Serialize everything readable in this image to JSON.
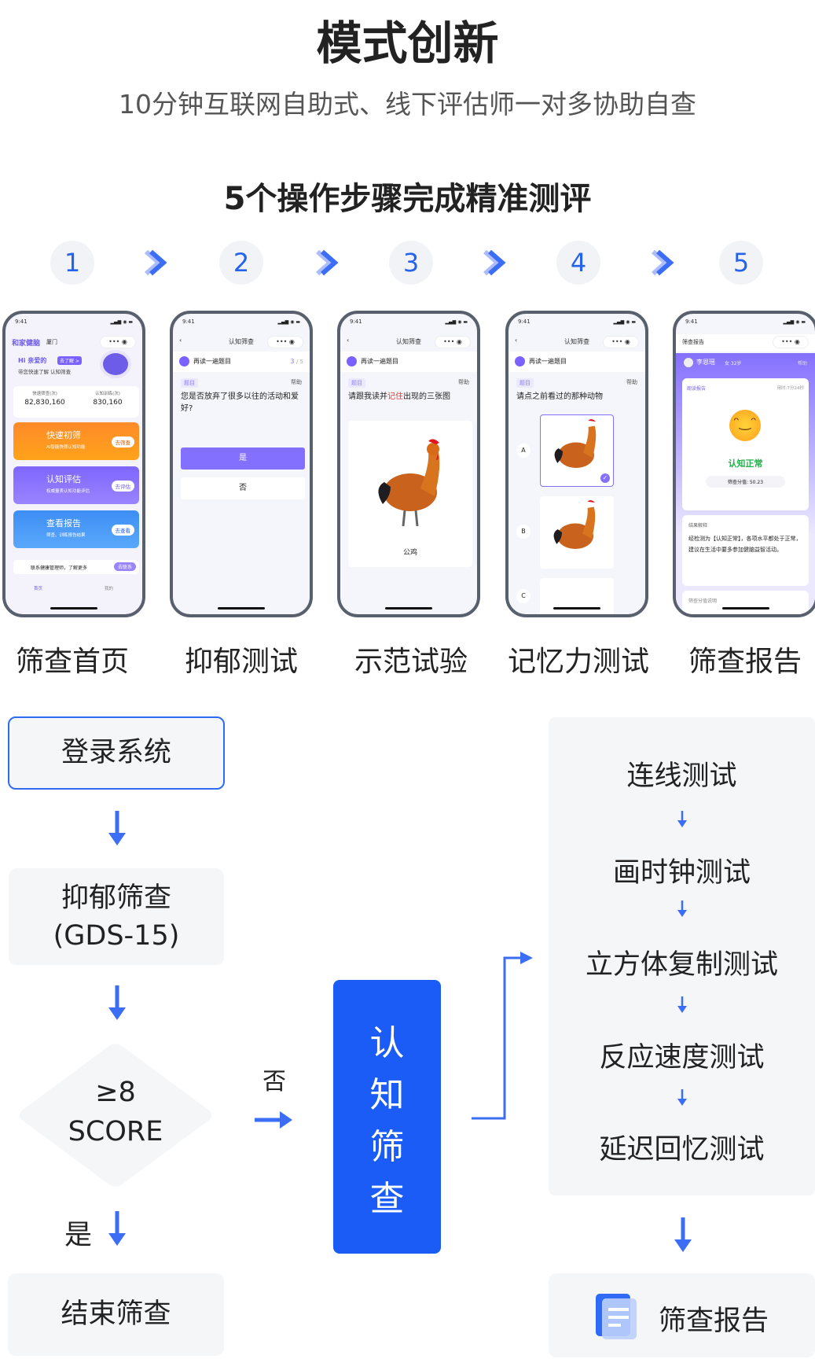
{
  "header": {
    "title": "模式创新",
    "subtitle": "10分钟互联网自助式、线下评估师一对多协助自查",
    "steps_title": "5个操作步骤完成精准测评"
  },
  "steps": [
    {
      "num": "1",
      "label": "筛查首页"
    },
    {
      "num": "2",
      "label": "抑郁测试"
    },
    {
      "num": "3",
      "label": "示范试验"
    },
    {
      "num": "4",
      "label": "记忆力测试"
    },
    {
      "num": "5",
      "label": "筛查报告"
    }
  ],
  "colors": {
    "accent": "#1a5cf5",
    "purple": "#7b61ff",
    "orange": "#ff8a1f",
    "green": "#22b14c"
  },
  "phone_common": {
    "time": "9:41",
    "nav_title": "认知筛查",
    "reread": "再读一遍题目",
    "tag": "题目",
    "help": "帮助"
  },
  "phone1": {
    "brand": "和家健脑",
    "city": "厦门",
    "hi": "Hi 亲爱的",
    "learn": "去了解 >",
    "intro": "带您快速了解 认知筛查",
    "stat1_label": "快速筛查(次)",
    "stat1_value": "82,830,160",
    "stat2_label": "认知训练(次)",
    "stat2_value": "830,160",
    "cards": [
      {
        "title": "快速初筛",
        "desc": "AI智能快筛认知功能",
        "btn": "去筛查"
      },
      {
        "title": "认知评估",
        "desc": "权威量表认知功能评估",
        "btn": "去评估"
      },
      {
        "title": "查看报告",
        "desc": "筛查、训练报告结果",
        "btn": "去查看"
      }
    ],
    "contact": "联系健康管理师，了解更多",
    "contact_btn": "去联系",
    "tab_home": "首页",
    "tab_me": "我的"
  },
  "phone2": {
    "progress_current": "3",
    "progress_total": "/ 5",
    "question": "您是否放弃了很多以往的活动和爱好?",
    "yes": "是",
    "no": "否"
  },
  "phone3": {
    "q_pre": "请跟我读并",
    "q_mid": "记住",
    "q_post": "出现的三张图",
    "caption": "公鸡"
  },
  "phone4": {
    "question": "请点之前看过的那种动物",
    "options": [
      "A",
      "B",
      "C"
    ]
  },
  "phone5": {
    "nav_title": "筛查报告",
    "name": "李恩瑶",
    "meta": "女 32岁",
    "help": "帮助",
    "read": "朗读报告",
    "time": "用时:7分24秒",
    "result": "认知正常",
    "score": "筛查分值: 50.23",
    "explain_title": "结果解释",
    "explain": "经检测为【认知正常】，各项水平都处于正常，建议在生活中要多参加健脑益智活动。",
    "more": "筛查分值说明"
  },
  "flow": {
    "login": "登录系统",
    "depression_line1": "抑郁筛查",
    "depression_line2": "(GDS-15)",
    "score_line1": "≥8",
    "score_line2": "SCORE",
    "yes": "是",
    "no": "否",
    "end": "结束筛查",
    "cognitive": [
      "认",
      "知",
      "筛",
      "查"
    ],
    "tests": [
      "连线测试",
      "画时钟测试",
      "立方体复制测试",
      "反应速度测试",
      "延迟回忆测试"
    ],
    "report": "筛查报告"
  }
}
